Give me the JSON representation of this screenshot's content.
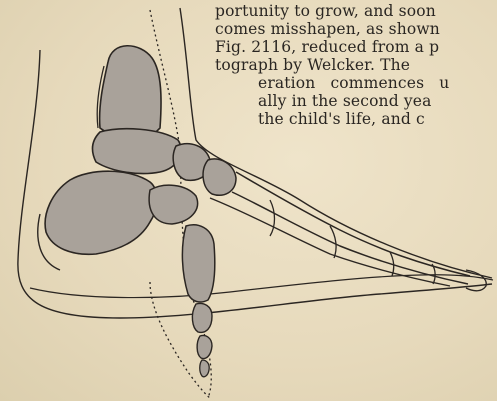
{
  "body_text": {
    "lines": [
      "portunity to grow, and soon",
      "comes misshapen, as shown",
      "Fig. 2116, reduced from a p",
      "tograph by Welcker.  The",
      "eration commences u",
      "ally in the second yea",
      "the child's life, and c"
    ]
  },
  "figure": {
    "subject": "foot-skeleton-illustration",
    "colors": {
      "bone_fill": "#a9a29a",
      "bone_stroke": "#2b2622",
      "paper": "#e8dcc0"
    }
  }
}
